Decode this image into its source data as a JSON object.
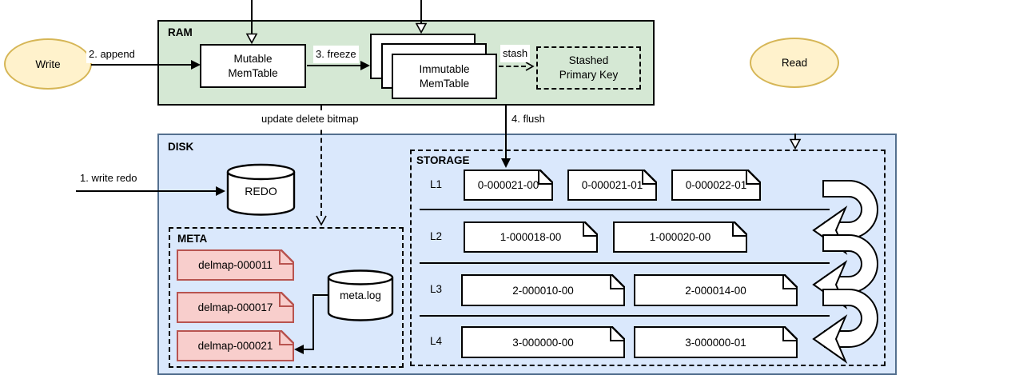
{
  "actors": {
    "write": "Write",
    "read": "Read"
  },
  "edges": {
    "append": "2. append",
    "freeze": "3. freeze",
    "stash": "stash",
    "flush": "4. flush",
    "update_delete_bitmap": "update delete bitmap",
    "write_redo": "1. write redo"
  },
  "ram": {
    "label": "RAM",
    "mutable_memtable": {
      "line1": "Mutable",
      "line2": "MemTable"
    },
    "immutable_memtable": {
      "line1": "Immutable",
      "line2": "MemTable"
    },
    "stashed_primary_key": {
      "line1": "Stashed",
      "line2": "Primary Key"
    }
  },
  "disk": {
    "label": "DISK",
    "redo_log": "REDO",
    "meta": {
      "label": "META",
      "delmaps": [
        "delmap-000011",
        "delmap-000017",
        "delmap-000021"
      ],
      "log": "meta.log"
    },
    "storage": {
      "label": "STORAGE",
      "levels": [
        {
          "label": "L1",
          "files": [
            "0-000021-00",
            "0-000021-01",
            "0-000022-01"
          ]
        },
        {
          "label": "L2",
          "files": [
            "1-000018-00",
            "1-000020-00"
          ]
        },
        {
          "label": "L3",
          "files": [
            "2-000010-00",
            "2-000014-00"
          ]
        },
        {
          "label": "L4",
          "files": [
            "3-000000-00",
            "3-000000-01"
          ]
        }
      ]
    }
  },
  "colors": {
    "ram_fill": "#D5E8D4",
    "disk_fill": "#DAE8FC",
    "disk_stroke": "#54708F",
    "actor_fill": "#FFF2CC",
    "actor_stroke": "#D6B656",
    "delmap_fill": "#F8CECC",
    "delmap_stroke": "#B85450",
    "shape_stroke": "#000000"
  }
}
